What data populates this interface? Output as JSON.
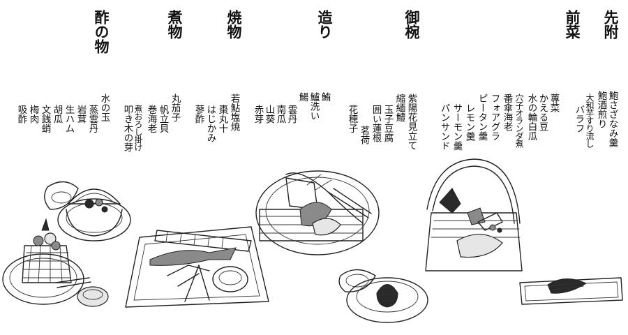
{
  "courses": [
    {
      "key": "sakizuke",
      "title": "先附",
      "items": [
        "鮑さざなみ羹",
        "鮑酒煎り",
        "大和芋すり流し",
        "バラフ"
      ]
    },
    {
      "key": "zensai",
      "title": "前菜",
      "items": [
        "蓴菜",
        "かえる豆",
        "水の輪白瓜",
        "穴子オランダ煮",
        "番傘海老",
        "フォアグラ",
        "ピータン羹",
        "レモン羹",
        "サーモン羹",
        "パンサンド"
      ]
    },
    {
      "key": "owan",
      "title": "御椀",
      "items": [
        "紫陽花見立て",
        "縮緬鱧",
        "玉子豆腐",
        "囲い蓮根",
        "茗荷",
        "花穂子"
      ]
    },
    {
      "key": "tsukuri",
      "title": "造り",
      "items": [
        "鮪",
        "鱸洗い",
        "鰑",
        "雲丹",
        "南瓜",
        "山葵",
        "赤芽"
      ]
    },
    {
      "key": "yakimono",
      "title": "焼物",
      "items": [
        "若鮎塩焼",
        "棗丸十",
        "はじかみ",
        "蓼酢"
      ]
    },
    {
      "key": "nimono",
      "title": "煮物",
      "items": [
        "丸茄子",
        "帆立貝",
        "巻海老",
        "煮おろし掛け",
        "叩き木の芽"
      ]
    },
    {
      "key": "sunomono",
      "title": "酢の物",
      "items": [
        "水の玉",
        "蒸雲丹",
        "岩茸",
        "生ハム",
        "胡瓜",
        "文銭蛸",
        "梅肉",
        "吸酢"
      ]
    }
  ],
  "illustration": {
    "name": "kaiseki-dishes",
    "palette": {
      "ink": "#222222",
      "paper": "#ffffff",
      "shade": "#8a8a8a"
    }
  }
}
